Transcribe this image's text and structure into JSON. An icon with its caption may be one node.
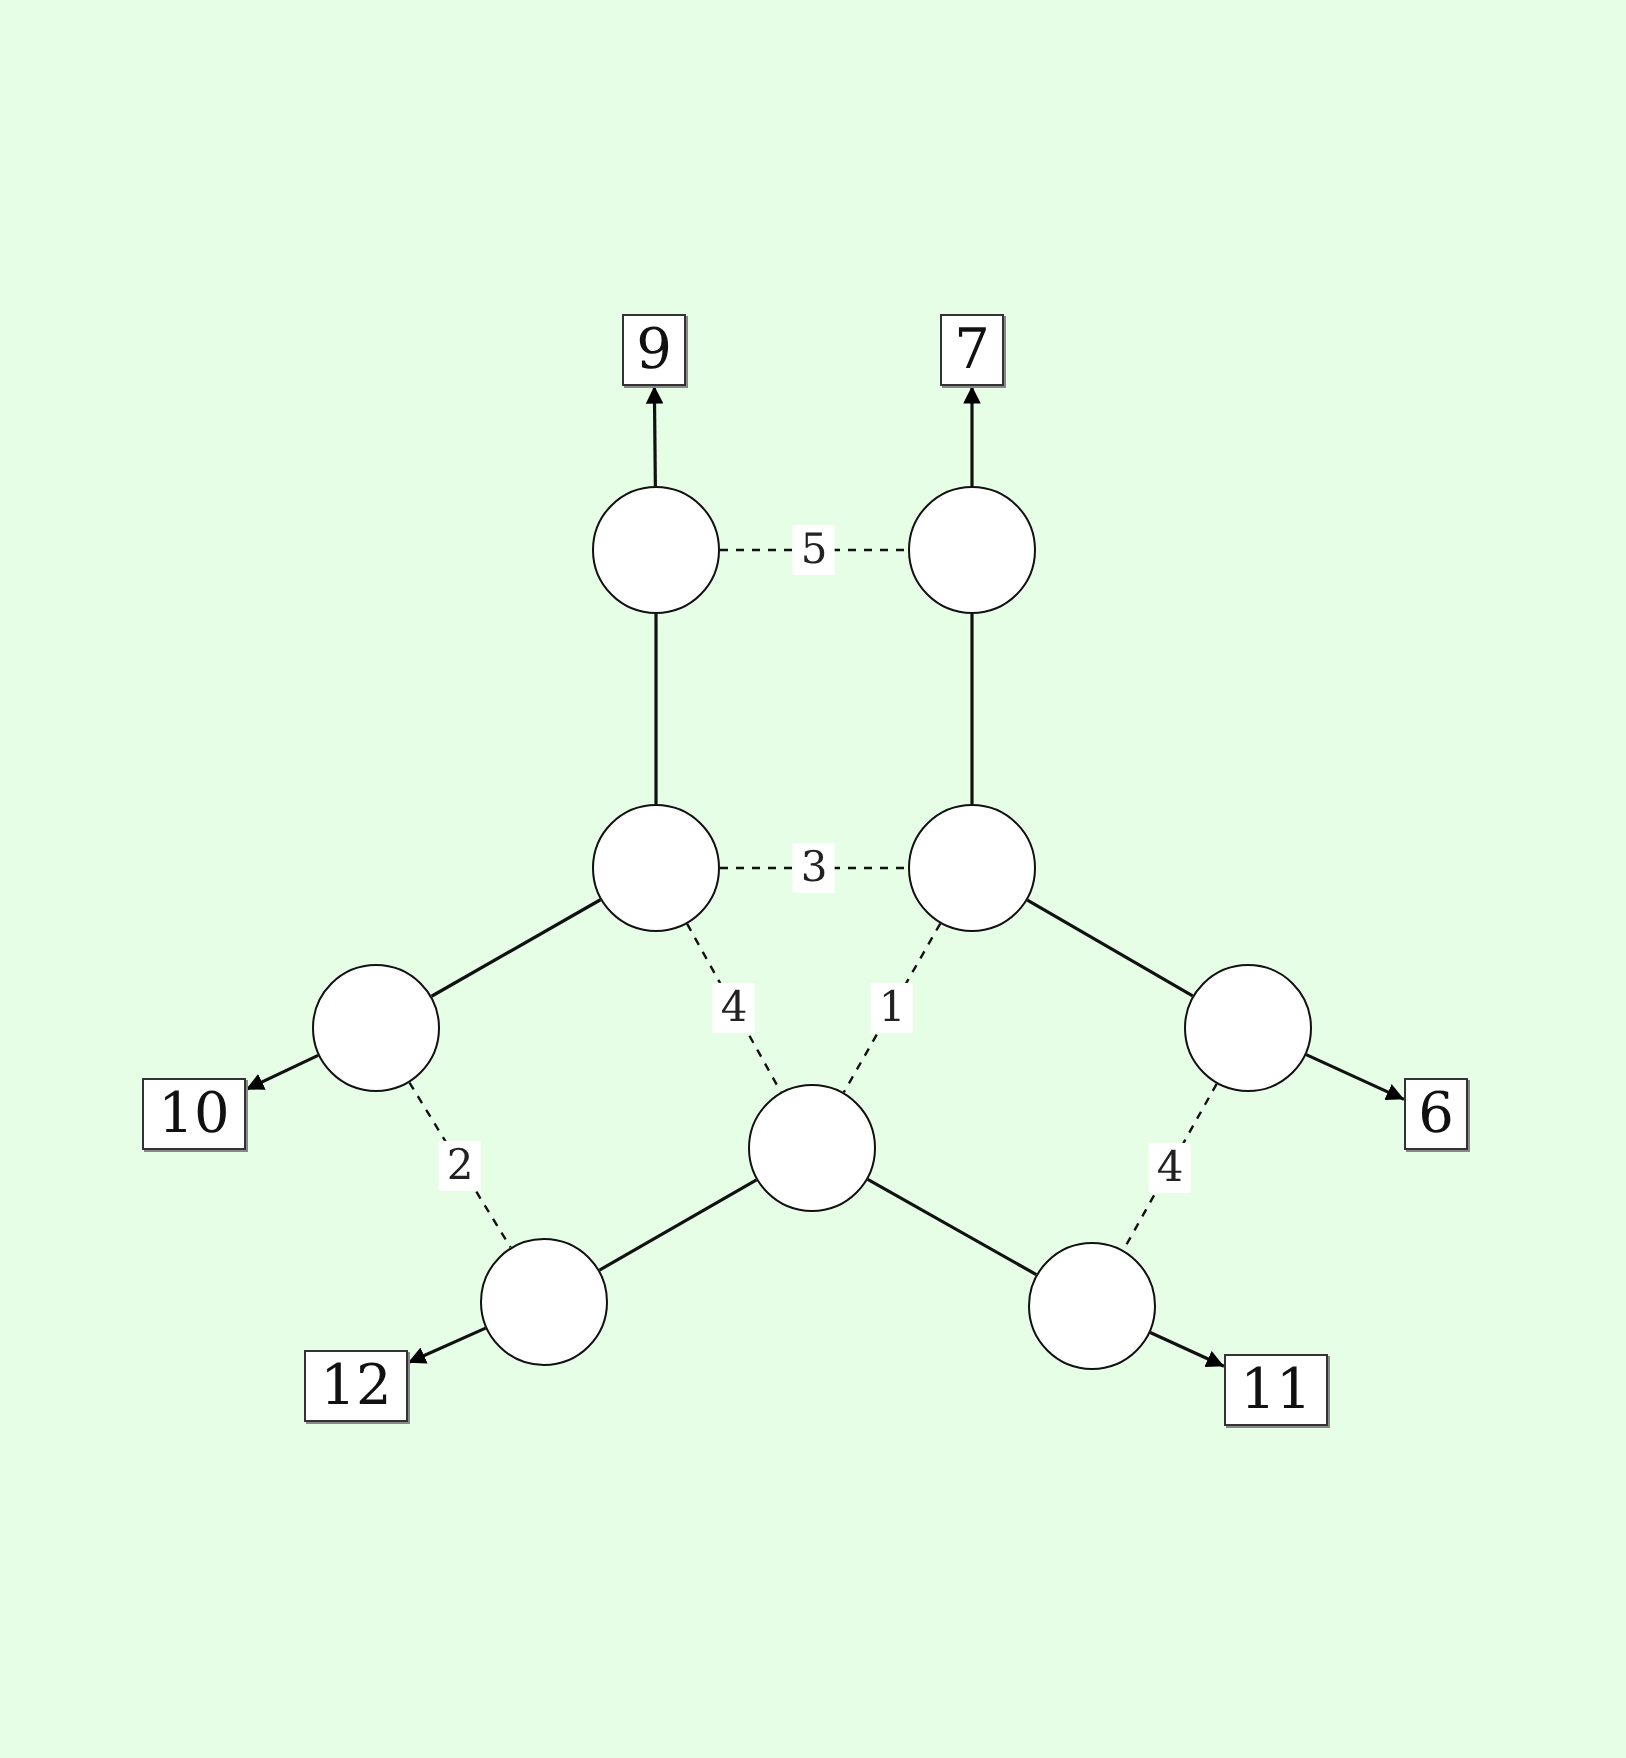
{
  "diagram": {
    "nodes": [
      {
        "text": [
          "9"
        ]
      },
      {
        "text": [
          "7"
        ]
      },
      {
        "text": [],
        "shape": "circle"
      },
      {
        "text": [],
        "shape": "circle"
      },
      {
        "text": [],
        "shape": "circle"
      },
      {
        "text": [],
        "shape": "circle"
      },
      {
        "text": [],
        "shape": "circle"
      },
      {
        "text": [],
        "shape": "circle"
      },
      {
        "text": [
          "10"
        ]
      },
      {
        "text": [
          "6"
        ]
      },
      {
        "text": [],
        "shape": "circle"
      },
      {
        "text": [],
        "shape": "circle"
      },
      {
        "text": [],
        "shape": "circle"
      },
      {
        "text": [
          "12"
        ]
      },
      {
        "text": [
          "11"
        ]
      }
    ],
    "edges": [
      {
        "from": 2,
        "to": 0,
        "arrow": "to"
      },
      {
        "from": 3,
        "to": 1,
        "arrow": "to"
      },
      {
        "from": 2,
        "to": 3,
        "arrow": "none",
        "label": "5",
        "style": "dashed"
      },
      {
        "from": 2,
        "to": 4,
        "arrow": "none"
      },
      {
        "from": 3,
        "to": 5,
        "arrow": "none"
      },
      {
        "from": 4,
        "to": 5,
        "arrow": "none",
        "label": "3",
        "style": "dashed"
      },
      {
        "from": 4,
        "to": 6,
        "arrow": "none"
      },
      {
        "from": 5,
        "to": 7,
        "arrow": "none"
      },
      {
        "from": 6,
        "to": 8,
        "arrow": "to"
      },
      {
        "from": 7,
        "to": 9,
        "arrow": "to"
      },
      {
        "from": 4,
        "to": 10,
        "arrow": "none",
        "label": "4",
        "style": "dashed"
      },
      {
        "from": 5,
        "to": 10,
        "arrow": "none",
        "label": "1",
        "style": "dashed"
      },
      {
        "from": 6,
        "to": 11,
        "arrow": "none",
        "label": "2",
        "style": "dashed"
      },
      {
        "from": 7,
        "to": 12,
        "arrow": "none",
        "label": "4",
        "style": "dashed"
      },
      {
        "from": 10,
        "to": 11,
        "arrow": "none"
      },
      {
        "from": 10,
        "to": 12,
        "arrow": "none"
      },
      {
        "from": 11,
        "to": 13,
        "arrow": "to"
      },
      {
        "from": 12,
        "to": 14,
        "arrow": "to"
      }
    ]
  }
}
